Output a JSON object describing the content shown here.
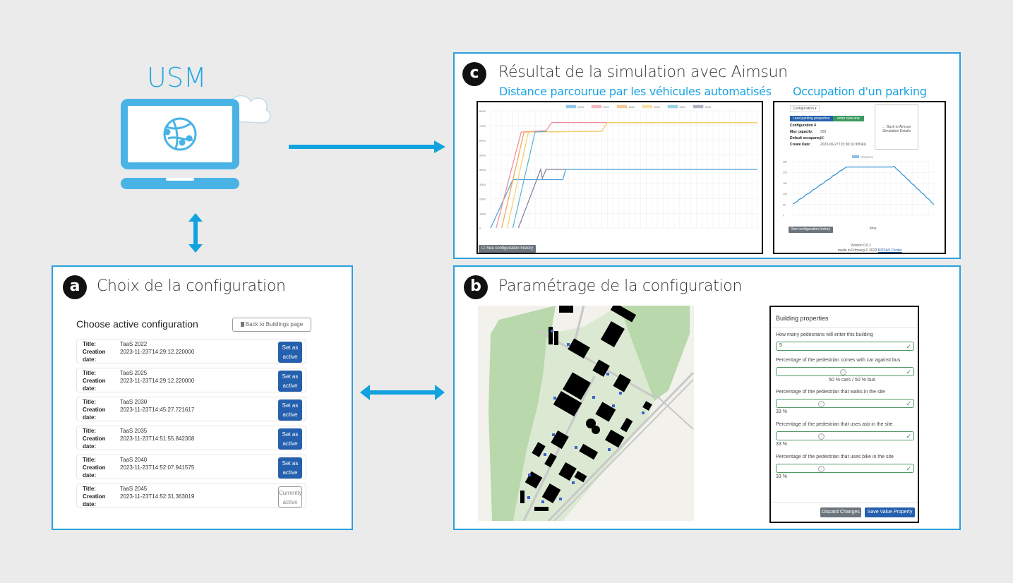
{
  "usm": {
    "title": "USM",
    "icons": [
      "laptop-icon",
      "globe-network-icon",
      "cloud-icon"
    ]
  },
  "panel_a": {
    "badge": "a",
    "title": "Choix de la configuration",
    "heading": "Choose active configuration",
    "back_button": "Back to Buildings page",
    "back_icon": "bookmark-icon",
    "labels": {
      "title": "Title:",
      "creation": "Creation",
      "date": "date:"
    },
    "configurations": [
      {
        "title": "TaaS 2022",
        "date": "2023-11-23T14:29:12.220000",
        "action": "Set as active",
        "state": "inactive"
      },
      {
        "title": "TaaS 2025",
        "date": "2023-11-23T14:29:12.220000",
        "action": "Set as active",
        "state": "inactive"
      },
      {
        "title": "TaaS 2030",
        "date": "2023-11-23T14:45:27.721617",
        "action": "Set as active",
        "state": "inactive"
      },
      {
        "title": "TaaS 2035",
        "date": "2023-11-23T14:51:55.842308",
        "action": "Set as active",
        "state": "inactive"
      },
      {
        "title": "TaaS 2040",
        "date": "2023-11-23T14:52:07.941575",
        "action": "Set as active",
        "state": "inactive"
      },
      {
        "title": "TaaS 2045",
        "date": "2023-11-23T14:52:31.363019",
        "action": "Currently active",
        "state": "active"
      }
    ]
  },
  "panel_b": {
    "badge": "b",
    "title": "Paramétrage de la configuration",
    "properties": {
      "header": "Building properties",
      "fields": [
        {
          "label": "How many pedesrians will enter this building",
          "type": "number",
          "value": "5",
          "note": ""
        },
        {
          "label": "Percentage of the pedestrian comes with car against bus",
          "type": "slider",
          "value": 50,
          "note": "50 % cars / 50 % bus"
        },
        {
          "label": "Percentage of the pedestrian that walks in the site",
          "type": "slider",
          "value": 33,
          "note": "33 %"
        },
        {
          "label": "Percentage of the pedestrian that uses asb in the site",
          "type": "slider",
          "value": 33,
          "note": "33 %"
        },
        {
          "label": "Percentage of the pedestrian that uses bike in the site",
          "type": "slider",
          "value": 33,
          "note": "33 %"
        }
      ],
      "discard": "Discard Changes",
      "save": "Save Value Property"
    }
  },
  "panel_c": {
    "badge": "c",
    "title": "Résultat de la simulation avec Aimsun",
    "sub_left": "Distance parcourue par les véhicules automatisés",
    "sub_right": "Occupation d'un parking",
    "history_button": "See configuration history",
    "parking": {
      "dropdown": "Configuration",
      "load_button": "Load parking properties",
      "new_button": "enter new one",
      "back_card": "← Back to Aimsun Simulation Details",
      "details": [
        {
          "label": "Configuration 4",
          "value": ""
        },
        {
          "label": "Max capacity:",
          "value": "250"
        },
        {
          "label": "Default occupancy:",
          "value": "50"
        },
        {
          "label": "Create Date:",
          "value": "2023-06-27T15:36:10.995411"
        }
      ],
      "footer_version": "Version 0.0.1",
      "footer_made": "made in Fribourg © 2023",
      "footer_link": "ROSAS Center",
      "xlabel": "time"
    }
  },
  "colors": {
    "accent": "#2aa0dc",
    "arrow": "#12a3df",
    "primary_btn": "#2460ad",
    "secondary_btn": "#6c757d",
    "success": "#2f8a47"
  },
  "chart_data": [
    {
      "type": "line",
      "title": "Distance parcourue par les véhicules automatisés",
      "ylim": [
        0,
        8000
      ],
      "yticks": [
        0,
        1000,
        2000,
        3000,
        4000,
        5000,
        6000,
        7000,
        8000
      ],
      "xlabel": "",
      "legend": "top",
      "grid": true,
      "x_tick_count": 48,
      "series": [
        {
          "name": "1000",
          "color": "#4c9fd9",
          "points": [
            [
              0,
              0
            ],
            [
              4,
              3300
            ],
            [
              12,
              3300
            ],
            [
              13,
              3300
            ],
            [
              13.5,
              4000
            ],
            [
              48,
              4000
            ]
          ]
        },
        {
          "name": "1001",
          "color": "#ee8a9a",
          "points": [
            [
              1,
              0
            ],
            [
              5.5,
              6550
            ],
            [
              10,
              6650
            ],
            [
              11,
              7200
            ],
            [
              48,
              7200
            ]
          ]
        },
        {
          "name": "1002",
          "color": "#f2a54e",
          "points": [
            [
              2,
              0
            ],
            [
              6,
              6550
            ],
            [
              20,
              6600
            ],
            [
              21,
              7200
            ],
            [
              48,
              7200
            ]
          ]
        },
        {
          "name": "1003",
          "color": "#f6cf6a",
          "points": [
            [
              3,
              0
            ],
            [
              6.8,
              6550
            ],
            [
              20,
              6600
            ],
            [
              21,
              7200
            ],
            [
              48,
              7200
            ]
          ]
        },
        {
          "name": "1004",
          "color": "#57b3cf",
          "points": [
            [
              4,
              0
            ],
            [
              8,
              6550
            ],
            [
              10,
              6600
            ]
          ]
        },
        {
          "name": "1005",
          "color": "#7a7f9a",
          "points": [
            [
              5,
              0
            ],
            [
              8.5,
              3500
            ],
            [
              9,
              4000
            ],
            [
              9.3,
              3400
            ],
            [
              10,
              4000
            ],
            [
              13.5,
              4000
            ]
          ]
        }
      ]
    },
    {
      "type": "line",
      "title": "Occupation d'un parking",
      "ylim": [
        0,
        250
      ],
      "yticks": [
        0,
        50,
        100,
        150,
        200,
        250
      ],
      "xlabel": "time",
      "legend": "top",
      "grid": true,
      "series": [
        {
          "name": "Occupancy",
          "color": "#3a98d6",
          "points": [
            [
              0,
              50
            ],
            [
              0.38,
              225
            ],
            [
              0.72,
              225
            ],
            [
              1,
              50
            ]
          ]
        }
      ]
    }
  ]
}
